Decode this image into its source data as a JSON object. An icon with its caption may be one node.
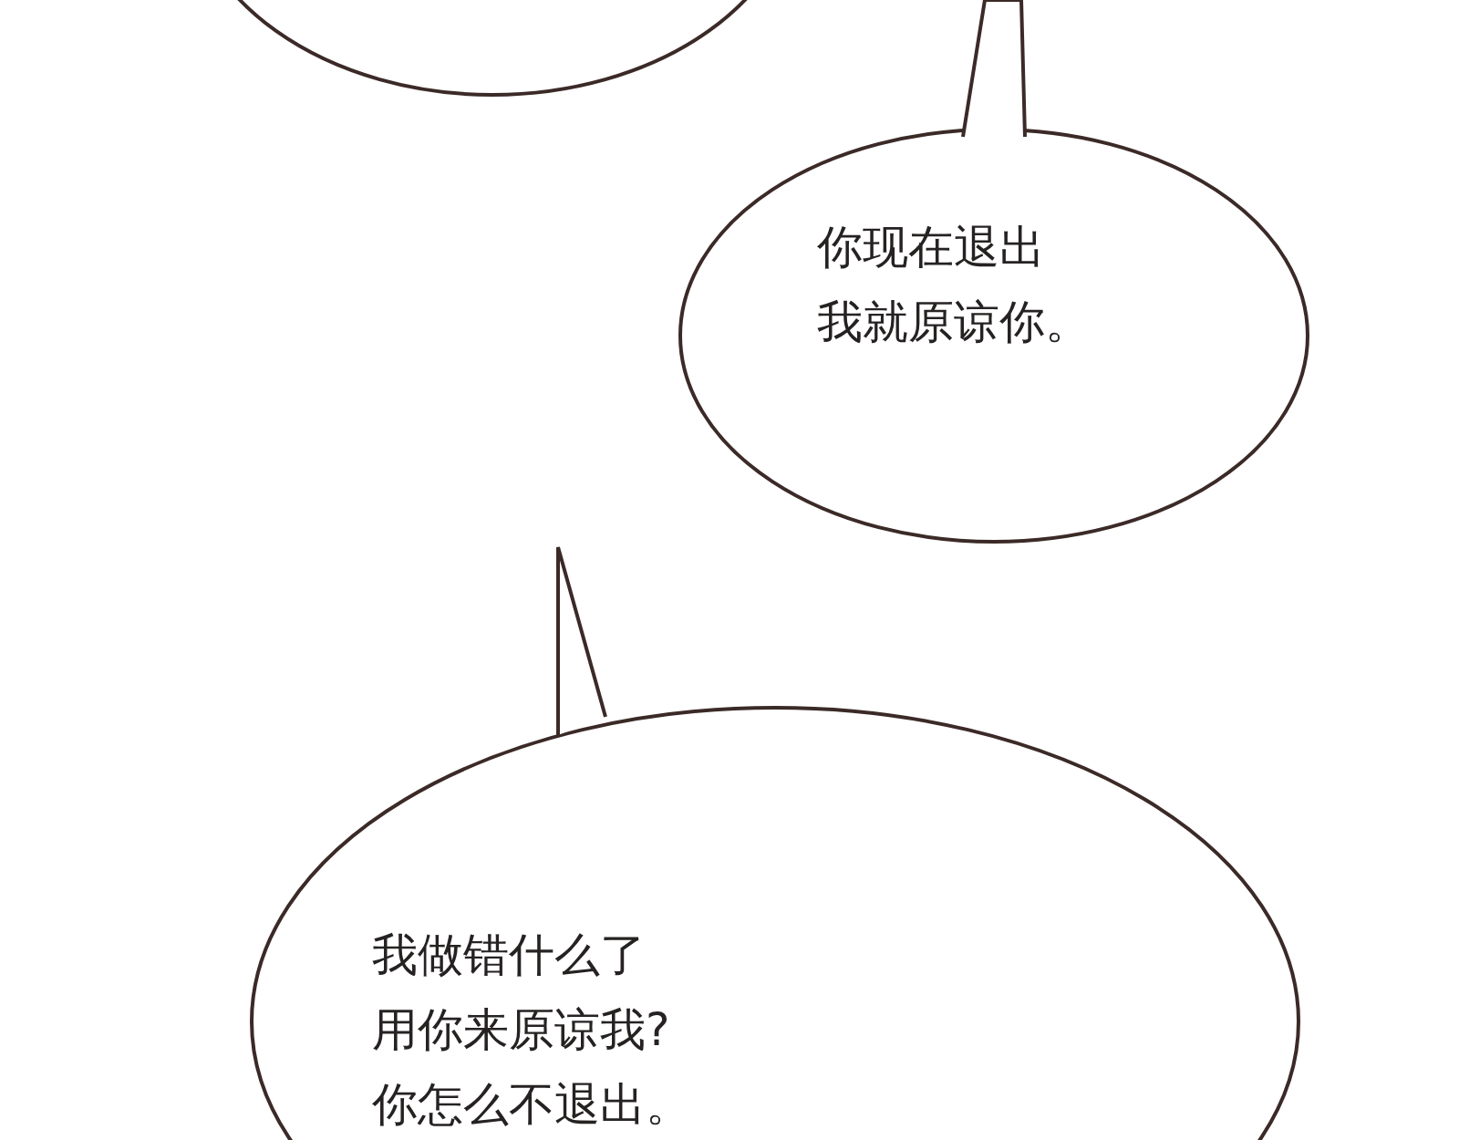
{
  "diagram": {
    "nodes": [
      {
        "text": [],
        "shape": "ellipse"
      },
      {
        "text": [
          "你现在退出我就原谅你。"
        ]
      },
      {
        "text": [
          "我做错什么了用你来原谅我?你怎么不退出。"
        ]
      }
    ]
  }
}
